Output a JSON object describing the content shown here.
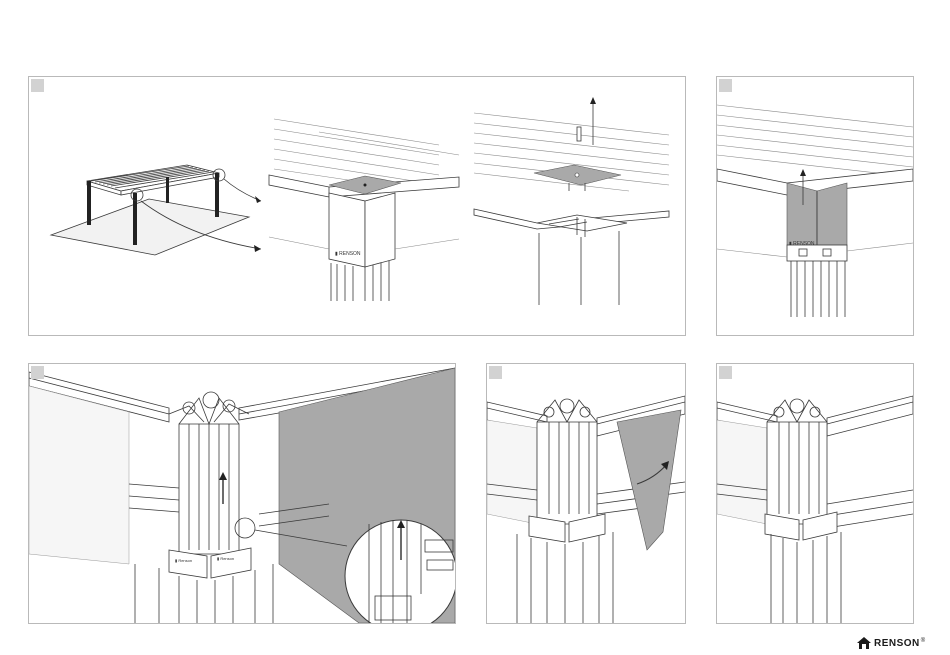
{
  "brand": {
    "name": "RENSON",
    "trademark": "®",
    "accent": "#1a1a1a"
  },
  "panels": [
    {
      "id": "step-1",
      "content": "pergola overview, corner detail with cap, cap removal"
    },
    {
      "id": "step-2",
      "content": "cover panel lifted upward"
    },
    {
      "id": "step-3",
      "content": "corner post close-up with arrow and magnified detail"
    },
    {
      "id": "step-4",
      "content": "cover panel rotated away"
    },
    {
      "id": "step-5",
      "content": "corner post without cover"
    }
  ],
  "colors": {
    "panel_border": "#b9b9b9",
    "step_marker": "#d2d2d2",
    "cover_fill": "#a9a9a9",
    "line": "#3a3a3a"
  }
}
